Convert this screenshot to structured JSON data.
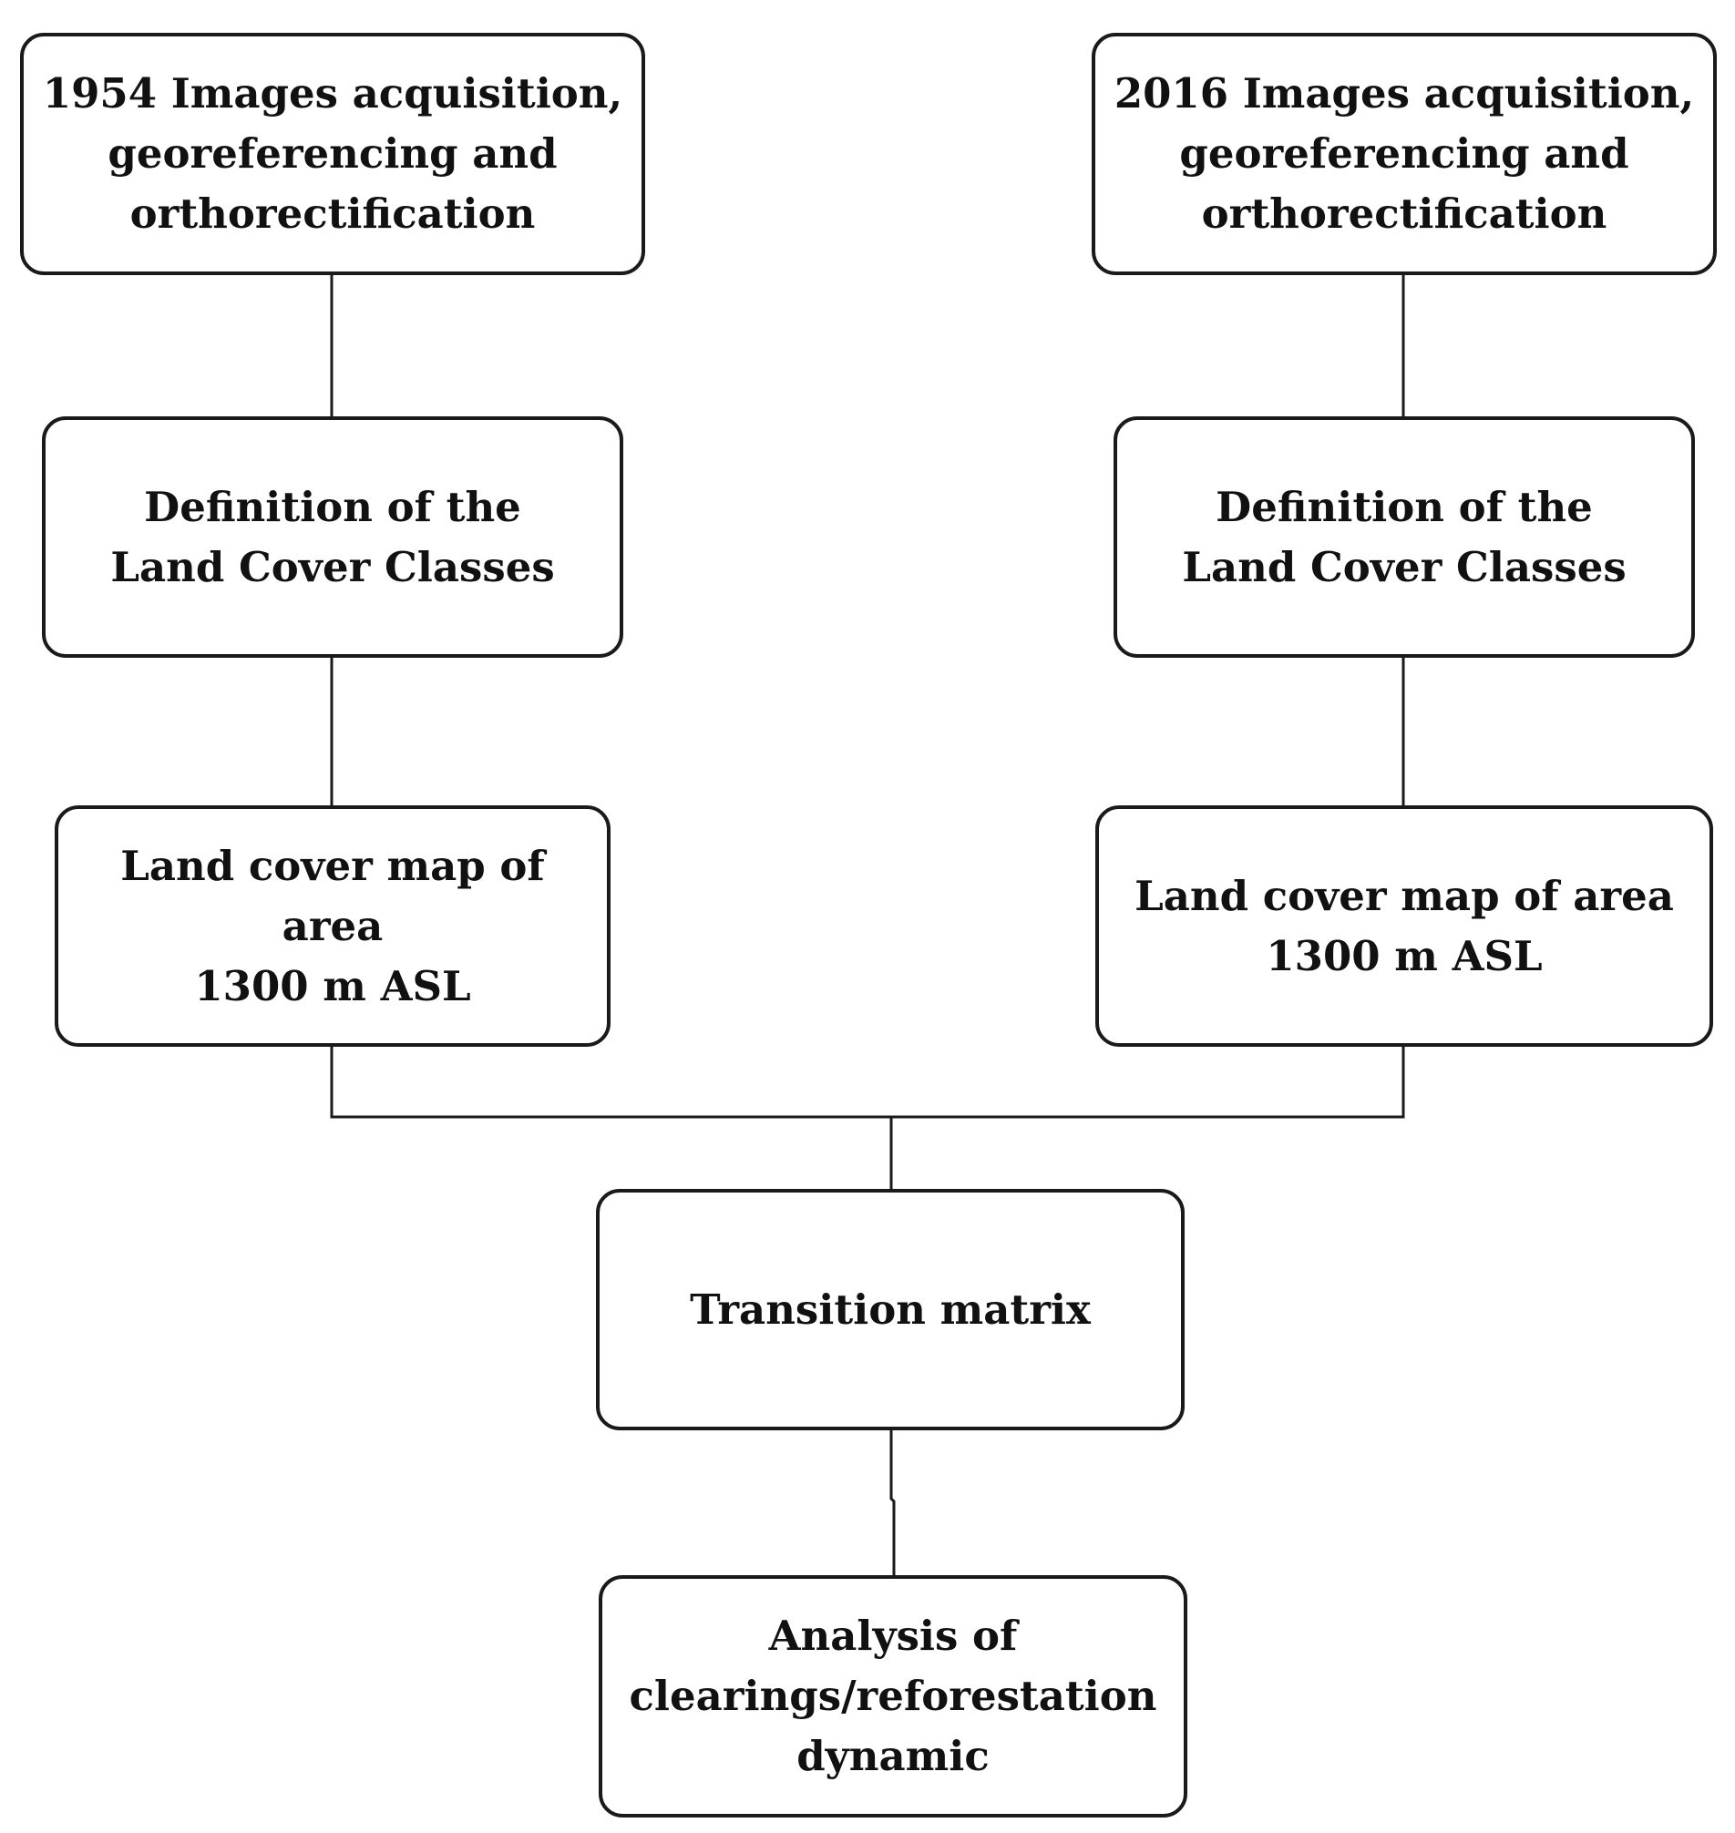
{
  "nodes": {
    "acquisition_1954": "1954 Images acquisition,\ngeoreferencing and\northorectification",
    "acquisition_2016": "2016 Images acquisition,\ngeoreferencing and\northorectification",
    "classes_left": "Definition of the\nLand Cover Classes",
    "classes_right": "Definition of the\nLand Cover Classes",
    "map_left": "Land cover map  of area\n1300 m ASL",
    "map_right": "Land cover map  of area\n1300 m ASL",
    "transition_matrix": "Transition matrix",
    "analysis": "Analysis of\nclearings/reforestation\ndynamic"
  },
  "edges": [
    {
      "from": "acquisition_1954",
      "to": "classes_left"
    },
    {
      "from": "acquisition_2016",
      "to": "classes_right"
    },
    {
      "from": "classes_left",
      "to": "map_left"
    },
    {
      "from": "classes_right",
      "to": "map_right"
    },
    {
      "from": "map_left",
      "to": "transition_matrix"
    },
    {
      "from": "map_right",
      "to": "transition_matrix"
    },
    {
      "from": "transition_matrix",
      "to": "analysis"
    }
  ],
  "colors": {
    "stroke": "#1a1a1a",
    "text": "#111111",
    "background": "#ffffff"
  }
}
